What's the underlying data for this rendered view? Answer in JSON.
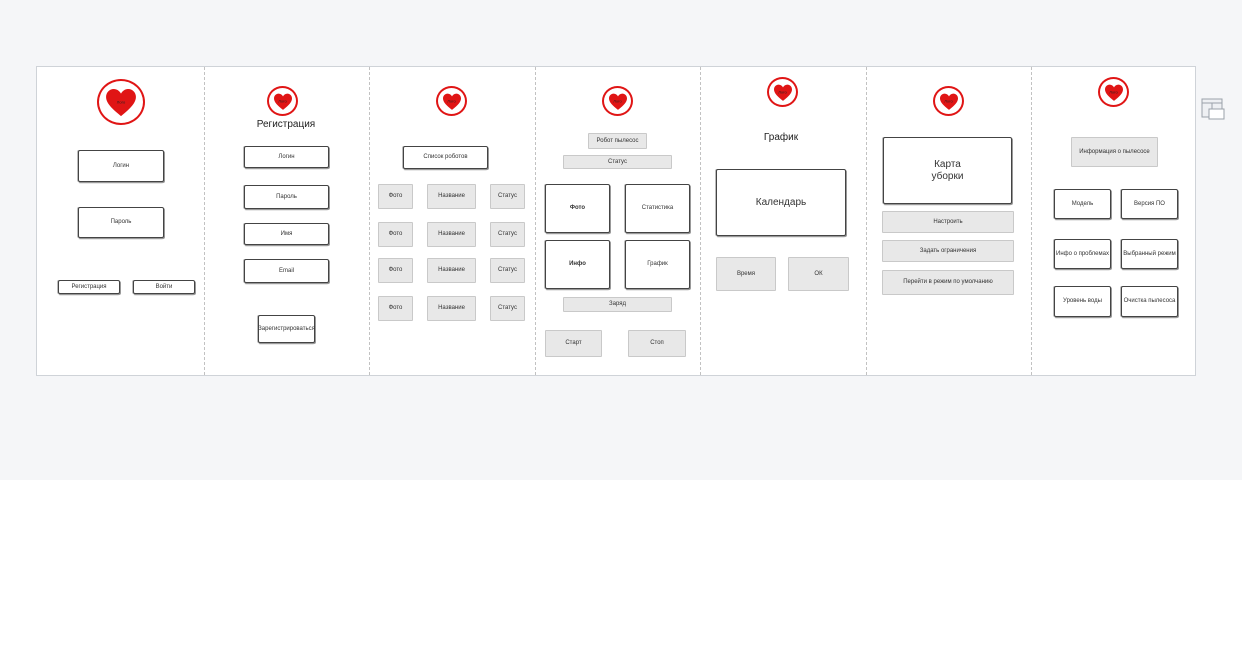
{
  "screens": {
    "login": {
      "logo_text": "Лого",
      "login_field": "Логин",
      "password_field": "Пароль",
      "register_button": "Регистрация",
      "signin_button": "Войти"
    },
    "registration": {
      "logo_text": "Лого",
      "title": "Регистрация",
      "login_field": "Логин",
      "password_field": "Пароль",
      "name_field": "Имя",
      "email_field": "Email",
      "submit_button": "Зарегистрироваться"
    },
    "robots_list": {
      "logo_text": "Лого",
      "list_button": "Список роботов",
      "rows": [
        {
          "photo": "Фото",
          "name": "Название",
          "status": "Статус"
        },
        {
          "photo": "Фото",
          "name": "Название",
          "status": "Статус"
        },
        {
          "photo": "Фото",
          "name": "Название",
          "status": "Статус"
        },
        {
          "photo": "Фото",
          "name": "Название",
          "status": "Статус"
        }
      ]
    },
    "robot": {
      "logo_text": "Лого",
      "header_label": "Робот пылесос",
      "status_label": "Статус",
      "photo_tile": "Фото",
      "stats_tile": "Статистика",
      "info_tile": "Инфо",
      "schedule_tile": "График",
      "charge_label": "Заряд",
      "start_button": "Старт",
      "stop_button": "Стоп"
    },
    "schedule": {
      "logo_text": "Лого",
      "title": "График",
      "calendar": "Календарь",
      "time_button": "Время",
      "ok_button": "ОК"
    },
    "map": {
      "logo_text": "Лого",
      "map_label": "Карта уборки",
      "configure_button": "Настроить",
      "limits_button": "Задать ограничения",
      "default_mode_button": "Перейти в режим по умолчанию"
    },
    "vacuum_info": {
      "logo_text": "Лого",
      "info_button": "Информация о пылесосе",
      "tiles": [
        "Модель",
        "Версия  ПО",
        "Инфо о проблемах",
        "Выбранный режим",
        "Уровень воды",
        "Очистка пылесоса"
      ]
    }
  },
  "colors": {
    "accent": "#e01515",
    "board_border": "#cfd3d8",
    "workspace_bg": "#f5f6f8",
    "gray_button": "#e8e8e8"
  },
  "icons": {
    "logo": "heart-icon",
    "side_panel": "page-layout-icon"
  }
}
